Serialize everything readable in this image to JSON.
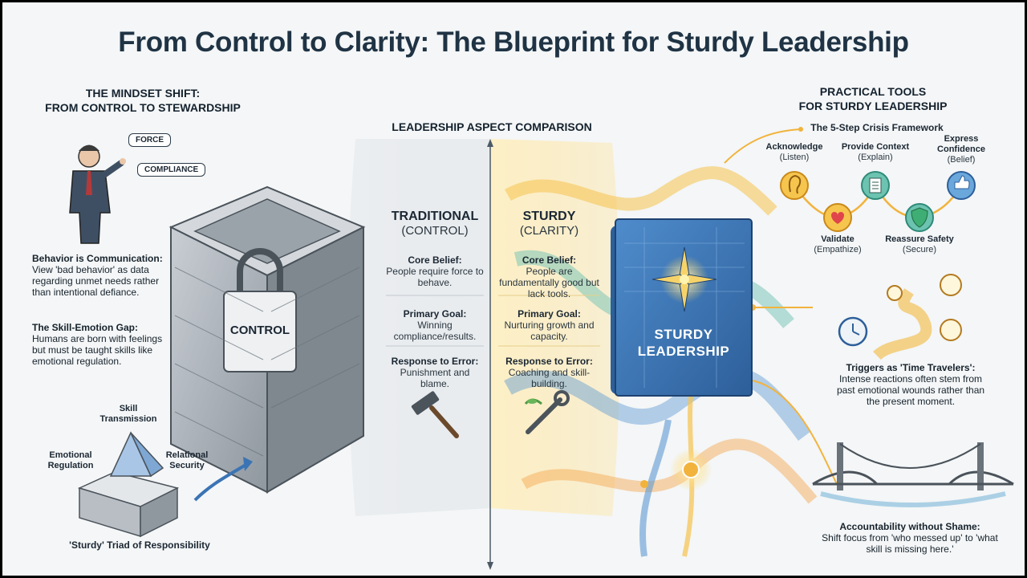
{
  "title": "From Control to Clarity: The Blueprint for Sturdy Leadership",
  "mindset": {
    "heading_line1": "THE MINDSET SHIFT:",
    "heading_line2": "FROM CONTROL TO STEWARDSHIP",
    "bubble_force": "FORCE",
    "bubble_compliance": "COMPLIANCE",
    "behavior_title": "Behavior is Communication:",
    "behavior_text": "View 'bad behavior' as data regarding unmet needs rather than intentional defiance.",
    "gap_title": "The Skill-Emotion Gap:",
    "gap_text": "Humans are born with feelings but must be taught skills like emotional regulation.",
    "triad_top": "Skill Transmission",
    "triad_left": "Emotional Regulation",
    "triad_right": "Relational Security",
    "triad_caption": "'Sturdy' Triad of Responsibility",
    "fortress_label": "CONTROL"
  },
  "comparison": {
    "heading": "LEADERSHIP ASPECT COMPARISON",
    "traditional_title": "TRADITIONAL",
    "traditional_sub": "(CONTROL)",
    "sturdy_title": "STURDY",
    "sturdy_sub": "(CLARITY)",
    "rows": [
      {
        "label": "Core Belief:",
        "traditional": "People require force to behave.",
        "sturdy": "People are fundamentally good but lack tools."
      },
      {
        "label": "Primary Goal:",
        "traditional": "Winning compliance/results.",
        "sturdy": "Nurturing growth and capacity."
      },
      {
        "label": "Response to Error:",
        "traditional": "Punishment and blame.",
        "sturdy": "Coaching and skill-building."
      }
    ],
    "book_line1": "STURDY",
    "book_line2": "LEADERSHIP"
  },
  "tools": {
    "heading_line1": "PRACTICAL TOOLS",
    "heading_line2": "FOR STURDY LEADERSHIP",
    "framework_title": "The 5-Step Crisis Framework",
    "steps": [
      {
        "label": "Acknowledge",
        "sub": "(Listen)",
        "icon": "ear-icon"
      },
      {
        "label": "Validate",
        "sub": "(Empathize)",
        "icon": "hearts-icon"
      },
      {
        "label": "Provide Context",
        "sub": "(Explain)",
        "icon": "document-icon"
      },
      {
        "label": "Reassure Safety",
        "sub": "(Secure)",
        "icon": "shield-icon"
      },
      {
        "label": "Express Confidence",
        "sub": "(Belief)",
        "icon": "thumbs-up-icon"
      }
    ],
    "triggers_title": "Triggers as 'Time Travelers':",
    "triggers_text": "Intense reactions often stem from past emotional wounds rather than the present moment.",
    "accountability_title": "Accountability without Shame:",
    "accountability_text": "Shift focus from 'who messed up' to 'what skill is missing here.'"
  },
  "colors": {
    "traditional_bg": "#e6e9ec",
    "sturdy_bg": "#fbefc8",
    "book_blue": "#3b74b4",
    "node_gold": "#f2b33c",
    "node_teal": "#5fb8a8"
  }
}
